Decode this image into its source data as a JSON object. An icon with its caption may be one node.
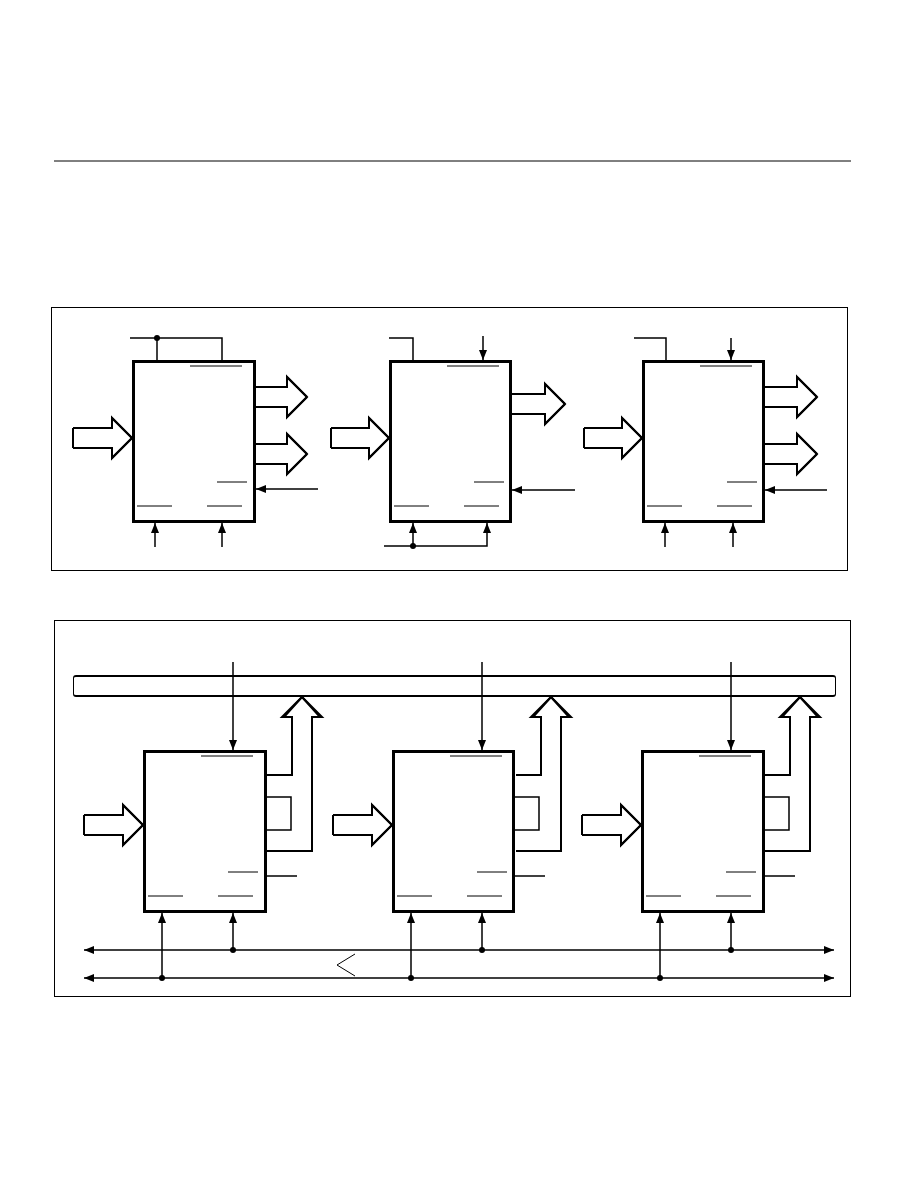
{
  "diagram": {
    "nodes": [
      {
        "text": [],
        "shape": "box"
      },
      {
        "text": [],
        "shape": "box",
        "in": 0
      },
      {
        "text": [],
        "shape": "box",
        "in": 0
      },
      {
        "text": [],
        "shape": "box",
        "in": 0
      },
      {
        "text": [],
        "shape": "box"
      },
      {
        "text": [],
        "shape": "bar",
        "in": 4
      },
      {
        "text": [],
        "shape": "box",
        "in": 4
      },
      {
        "text": [],
        "shape": "box",
        "in": 4
      },
      {
        "text": [],
        "shape": "box",
        "in": 4
      }
    ],
    "edges": [
      {
        "from": null,
        "to": 1,
        "arrow": "to"
      },
      {
        "from": 1,
        "to": null,
        "arrow": "to"
      },
      {
        "from": 1,
        "to": null,
        "arrow": "to"
      },
      {
        "from": null,
        "to": 1,
        "arrow": "to"
      },
      {
        "from": null,
        "to": 1,
        "arrow": "to"
      },
      {
        "from": null,
        "to": 1,
        "arrow": "to"
      },
      {
        "from": null,
        "to": 1,
        "arrow": "none"
      },
      {
        "from": null,
        "to": 1,
        "arrow": "other"
      },
      {
        "from": null,
        "to": 2,
        "arrow": "none"
      },
      {
        "from": null,
        "to": 2,
        "arrow": "to"
      },
      {
        "from": null,
        "to": 2,
        "arrow": "to"
      },
      {
        "from": 2,
        "to": null,
        "arrow": "to"
      },
      {
        "from": null,
        "to": 2,
        "arrow": "to"
      },
      {
        "from": null,
        "to": 2,
        "arrow": "to"
      },
      {
        "from": null,
        "to": 2,
        "arrow": "to"
      },
      {
        "from": null,
        "to": 3,
        "arrow": "none"
      },
      {
        "from": null,
        "to": 3,
        "arrow": "to"
      },
      {
        "from": null,
        "to": 3,
        "arrow": "to"
      },
      {
        "from": 3,
        "to": null,
        "arrow": "to"
      },
      {
        "from": 3,
        "to": null,
        "arrow": "to"
      },
      {
        "from": null,
        "to": 3,
        "arrow": "to"
      },
      {
        "from": null,
        "to": 3,
        "arrow": "to"
      },
      {
        "from": null,
        "to": 3,
        "arrow": "to"
      },
      {
        "from": 5,
        "to": 6,
        "arrow": "to"
      },
      {
        "from": 6,
        "to": 5,
        "arrow": "to"
      },
      {
        "from": 6,
        "to": 6,
        "arrow": "none"
      },
      {
        "from": 6,
        "to": null,
        "arrow": "none"
      },
      {
        "from": null,
        "to": 6,
        "arrow": "to"
      },
      {
        "from": null,
        "to": 6,
        "arrow": "to"
      },
      {
        "from": null,
        "to": 6,
        "arrow": "to"
      },
      {
        "from": 5,
        "to": 7,
        "arrow": "to"
      },
      {
        "from": 7,
        "to": 5,
        "arrow": "to"
      },
      {
        "from": 7,
        "to": 7,
        "arrow": "none"
      },
      {
        "from": 7,
        "to": null,
        "arrow": "none"
      },
      {
        "from": null,
        "to": 7,
        "arrow": "to"
      },
      {
        "from": null,
        "to": 7,
        "arrow": "to"
      },
      {
        "from": null,
        "to": 7,
        "arrow": "to"
      },
      {
        "from": 5,
        "to": 8,
        "arrow": "to"
      },
      {
        "from": 8,
        "to": 5,
        "arrow": "to"
      },
      {
        "from": 8,
        "to": 8,
        "arrow": "none"
      },
      {
        "from": 8,
        "to": null,
        "arrow": "none"
      },
      {
        "from": null,
        "to": 8,
        "arrow": "to"
      },
      {
        "from": null,
        "to": 8,
        "arrow": "to"
      },
      {
        "from": null,
        "to": 8,
        "arrow": "to"
      }
    ]
  }
}
